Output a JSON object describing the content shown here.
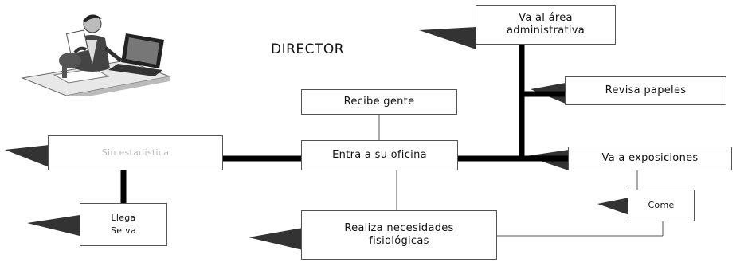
{
  "title": "DIRECTOR",
  "nodes": {
    "va_area": "Va al área\nadministrativa",
    "revisa_papeles": "Revisa papeles",
    "recibe_gente": "Recibe gente",
    "entra_oficina": "Entra a su oficina",
    "va_exposiciones": "Va a exposiciones",
    "come": "Come",
    "realiza_necesidades": "Realiza necesidades\nfisiológicas",
    "sin_estadistica": "Sin estadística",
    "llega_se_va": "Llega\nSe va"
  },
  "icons": {
    "illustration": "person-at-desk-icon"
  }
}
